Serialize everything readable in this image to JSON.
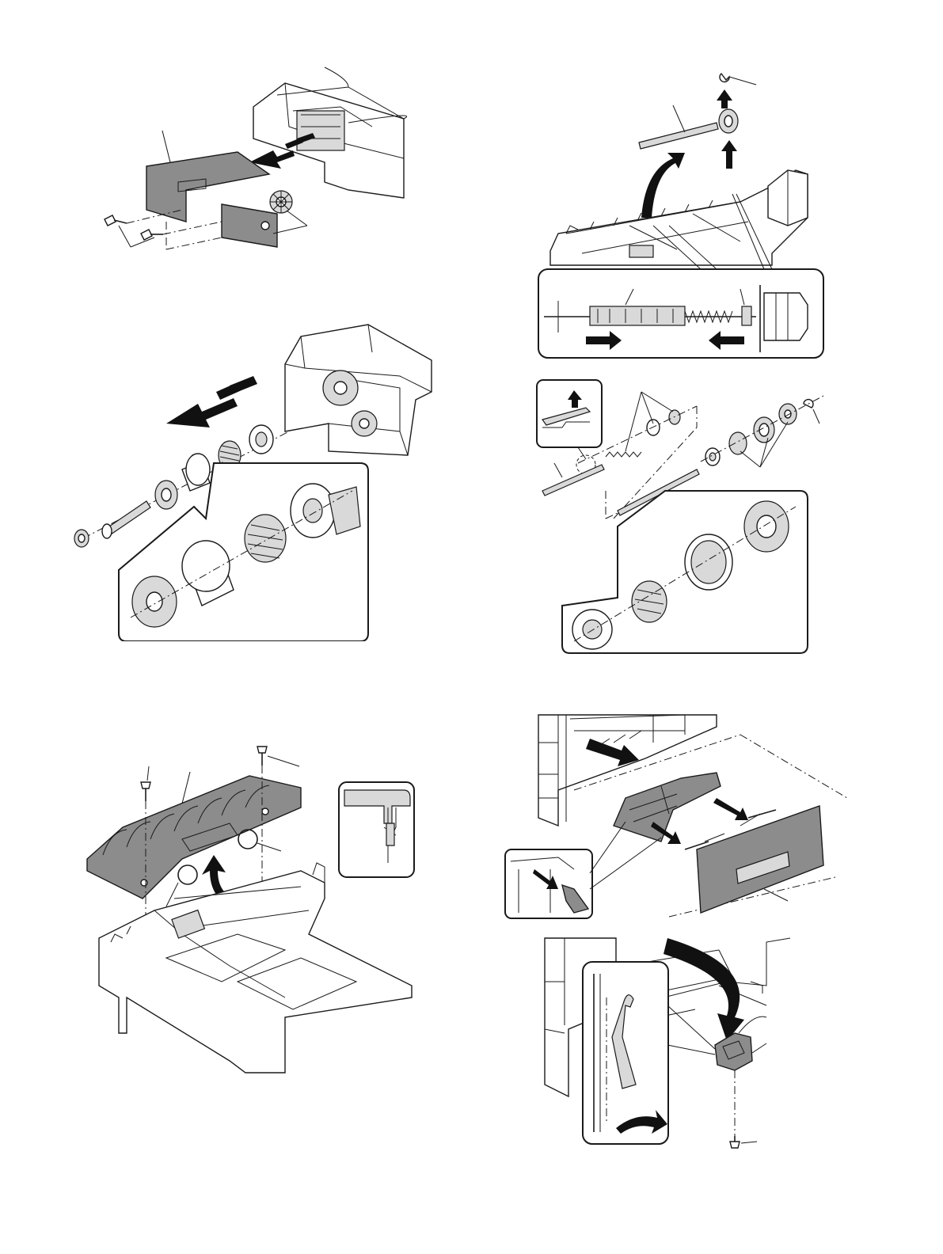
{
  "figures": [
    {
      "id": "fig-1",
      "icon": "side-frame-gear-removal-drawing"
    },
    {
      "id": "fig-2",
      "icon": "shaft-removal-drawing"
    },
    {
      "id": "fig-3",
      "icon": "clutch-assembly-drawing"
    },
    {
      "id": "fig-4",
      "icon": "roller-assembly-drawing"
    },
    {
      "id": "fig-5",
      "icon": "guide-plate-removal-drawing"
    },
    {
      "id": "fig-6",
      "icon": "drawer-cover-removal-drawing"
    },
    {
      "id": "fig-7",
      "icon": "sensor-removal-drawing"
    }
  ]
}
